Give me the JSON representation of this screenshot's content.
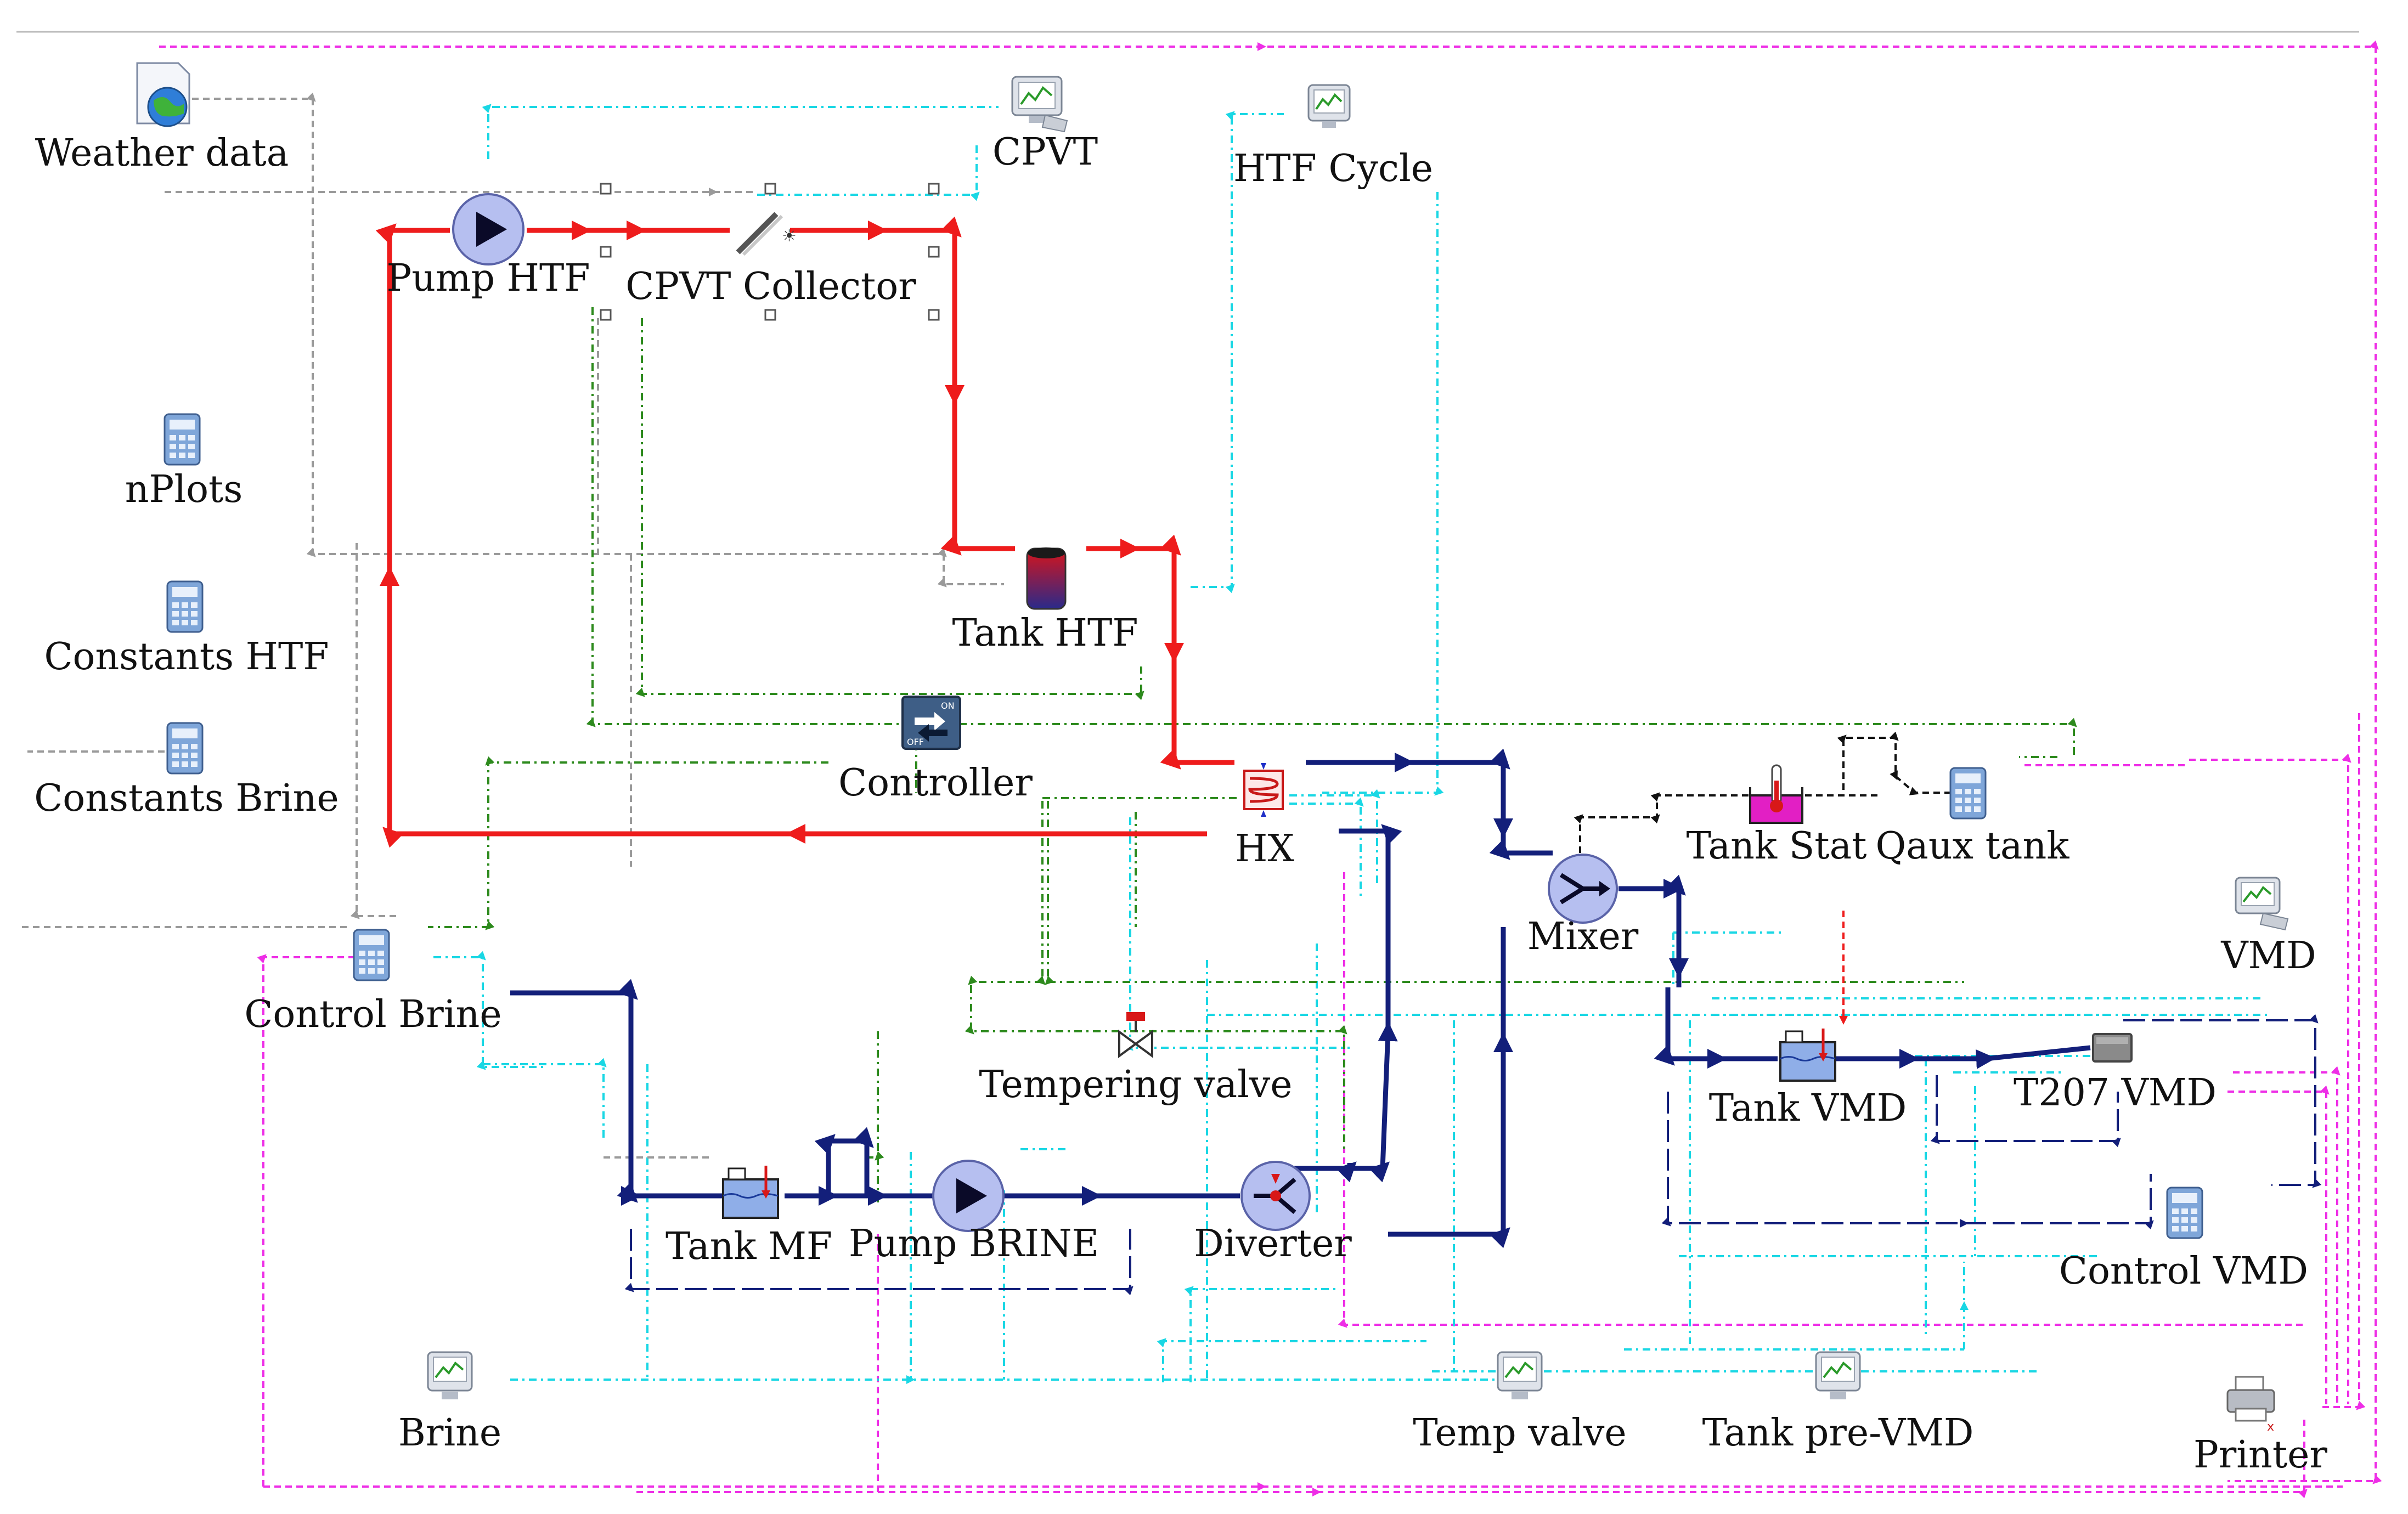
{
  "colors": {
    "htf_loop": "#ee1c1c",
    "brine_loop": "#131f7a",
    "info_cyan": "#19d7e4",
    "control_green": "#2d8a1d",
    "aux_gray": "#9a9a9a",
    "print_magenta": "#ee2ee6",
    "thermostat_black": "#111111",
    "thermostat_red": "#ee1c1c"
  },
  "components": {
    "weather_data": {
      "label": "Weather data",
      "icon": "weather-globe-icon"
    },
    "cpvt": {
      "label": "CPVT",
      "icon": "plotter-monitor-icon"
    },
    "htf_cycle": {
      "label": "HTF Cycle",
      "icon": "plotter-monitor-icon"
    },
    "pump_htf": {
      "label": "Pump HTF",
      "icon": "pump-icon"
    },
    "cpvt_collector": {
      "label": "CPVT Collector",
      "icon": "solar-collector-icon"
    },
    "nplots": {
      "label": "nPlots",
      "icon": "calculator-icon"
    },
    "constants_htf": {
      "label": "Constants HTF",
      "icon": "calculator-icon"
    },
    "constants_brine": {
      "label": "Constants Brine",
      "icon": "calculator-icon"
    },
    "tank_htf": {
      "label": "Tank HTF",
      "icon": "storage-tank-icon"
    },
    "controller": {
      "label": "Controller",
      "icon": "on-off-controller-icon"
    },
    "hx": {
      "label": "HX",
      "icon": "heat-exchanger-icon"
    },
    "control_brine": {
      "label": "Control Brine",
      "icon": "calculator-icon"
    },
    "mixer": {
      "label": "Mixer",
      "icon": "mixer-icon"
    },
    "tank_stat": {
      "label": "Tank Stat",
      "icon": "thermostat-icon"
    },
    "qaux_tank": {
      "label": "Qaux tank",
      "icon": "calculator-icon"
    },
    "vmd_plot": {
      "label": "VMD",
      "icon": "plotter-printer-icon"
    },
    "tempering_valve": {
      "label": "Tempering valve",
      "icon": "tempering-valve-icon"
    },
    "tank_vmd": {
      "label": "Tank VMD",
      "icon": "heated-tank-icon"
    },
    "t207_vmd": {
      "label": "T207 VMD",
      "icon": "vmd-module-icon"
    },
    "tank_mf": {
      "label": "Tank MF",
      "icon": "heated-tank-icon"
    },
    "pump_brine": {
      "label": "Pump BRINE",
      "icon": "pump-icon"
    },
    "diverter": {
      "label": "Diverter",
      "icon": "diverter-icon"
    },
    "control_vmd": {
      "label": "Control VMD",
      "icon": "calculator-icon"
    },
    "brine_plot": {
      "label": "Brine",
      "icon": "plotter-monitor-icon"
    },
    "temp_valve_plot": {
      "label": "Temp valve",
      "icon": "plotter-monitor-icon"
    },
    "tank_pre_vmd_plot": {
      "label": "Tank pre-VMD",
      "icon": "plotter-monitor-icon"
    },
    "printer": {
      "label": "Printer",
      "icon": "printer-icon"
    }
  }
}
